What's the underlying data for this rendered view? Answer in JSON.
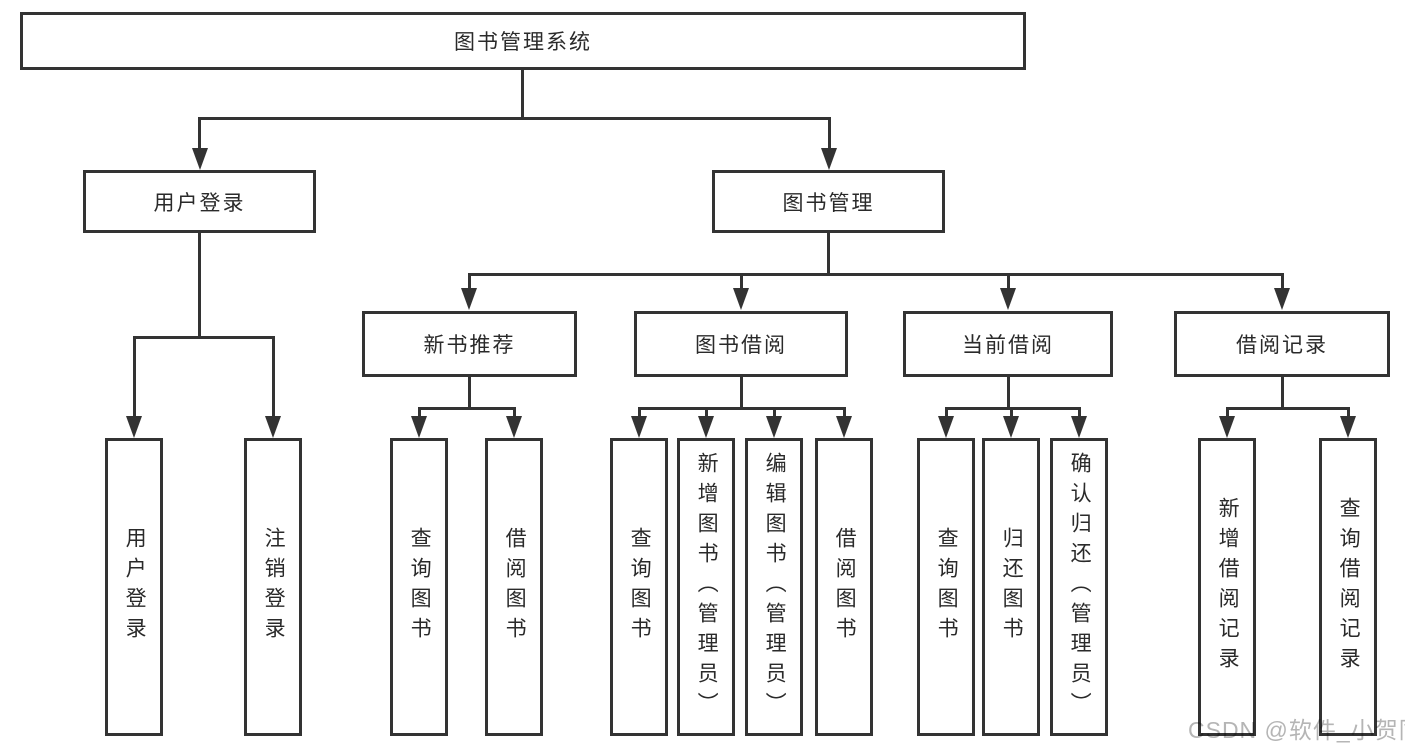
{
  "colors": {
    "line": "#333333",
    "text": "#2a2a2a",
    "watermark": "#b5b5b5",
    "background": "#ffffff",
    "box_bg": "#ffffff"
  },
  "tree": {
    "root": {
      "label": "图书管理系统"
    },
    "branches": [
      {
        "label": "用户登录",
        "children": [
          {
            "label": "用户登录"
          },
          {
            "label": "注销登录"
          }
        ]
      },
      {
        "label": "图书管理",
        "children": [
          {
            "label": "新书推荐",
            "children": [
              {
                "label": "查询图书"
              },
              {
                "label": "借阅图书"
              }
            ]
          },
          {
            "label": "图书借阅",
            "children": [
              {
                "label": "查询图书"
              },
              {
                "label": "新增图书（管理员）"
              },
              {
                "label": "编辑图书（管理员）"
              },
              {
                "label": "借阅图书"
              }
            ]
          },
          {
            "label": "当前借阅",
            "children": [
              {
                "label": "查询图书"
              },
              {
                "label": "归还图书"
              },
              {
                "label": "确认归还（管理员）"
              }
            ]
          },
          {
            "label": "借阅记录",
            "children": [
              {
                "label": "新增借阅记录"
              },
              {
                "label": "查询借阅记录"
              }
            ]
          }
        ]
      }
    ]
  },
  "watermark": {
    "text": "CSDN @软件_小贺同学"
  }
}
